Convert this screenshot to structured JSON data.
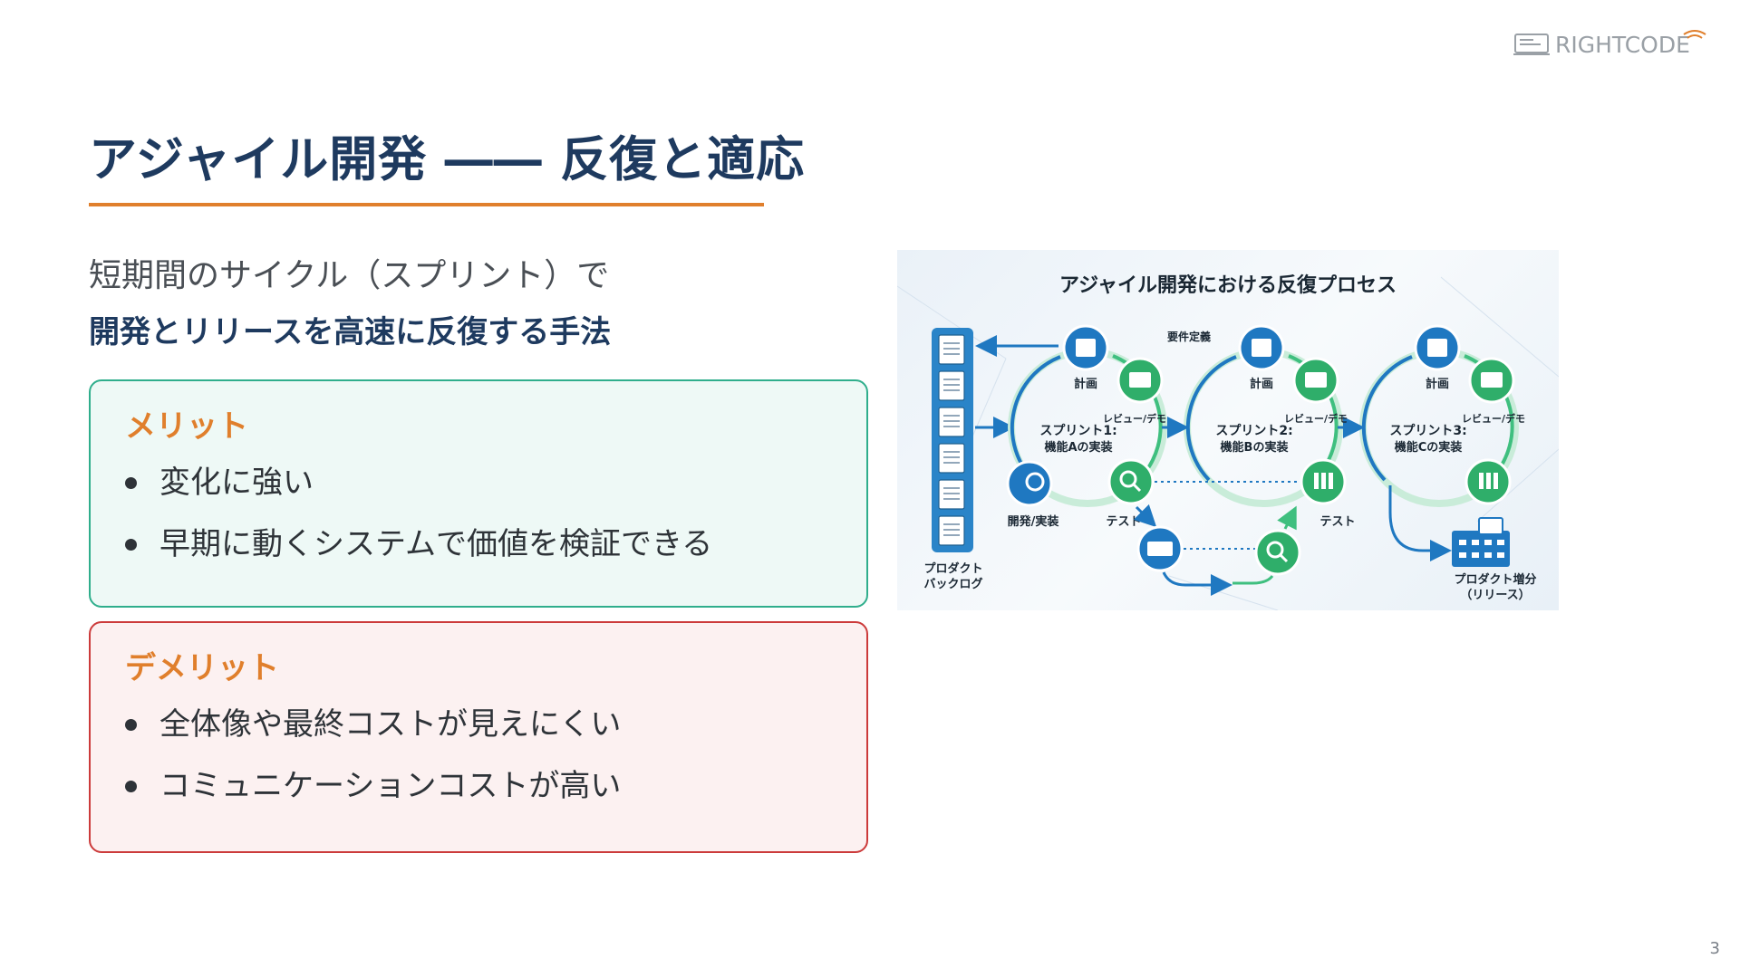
{
  "logo": {
    "text": "RIGHTCODE",
    "color": "#9aa0a6"
  },
  "title": {
    "text": "アジャイル開発 ―― 反復と適応"
  },
  "lead": {
    "line1": "短期間のサイクル（スプリント）で",
    "line2": "開発とリリースを高速に反復する手法"
  },
  "merit": {
    "heading": "メリット",
    "items": [
      "変化に強い",
      "早期に動くシステムで価値を検証できる"
    ]
  },
  "demerit": {
    "heading": "デメリット",
    "items": [
      "全体像や最終コストが見えにくい",
      "コミュニケーションコストが高い"
    ]
  },
  "diagram": {
    "title": "アジャイル開発における反復プロセス",
    "backlog_label_1": "プロダクト",
    "backlog_label_2": "バックログ",
    "requirements_label": "要件定義",
    "sprints": [
      {
        "plan": "計画",
        "review": "レビュー/デモ",
        "name": "スプリント1:",
        "detail": "機能Aの実装",
        "dev": "開発/実装",
        "test": "テスト"
      },
      {
        "plan": "計画",
        "review": "レビュー/デモ",
        "name": "スプリント2:",
        "detail": "機能Bの実装",
        "test": "テスト"
      },
      {
        "plan": "計画",
        "review": "レビュー/デモ",
        "name": "スプリント3:",
        "detail": "機能Cの実装"
      }
    ],
    "increment_label_1": "プロダクト増分",
    "increment_label_2": "（リリース）"
  },
  "page_number": "3",
  "colors": {
    "title": "#1e3a5f",
    "accent_orange": "#e07f2c",
    "merit_border": "#2fae8c",
    "merit_bg": "#eef9f6",
    "demerit_border": "#cc3b3b",
    "demerit_bg": "#fcf1f1",
    "diagram_blue": "#1f78c1",
    "diagram_green": "#3fbf7f"
  }
}
